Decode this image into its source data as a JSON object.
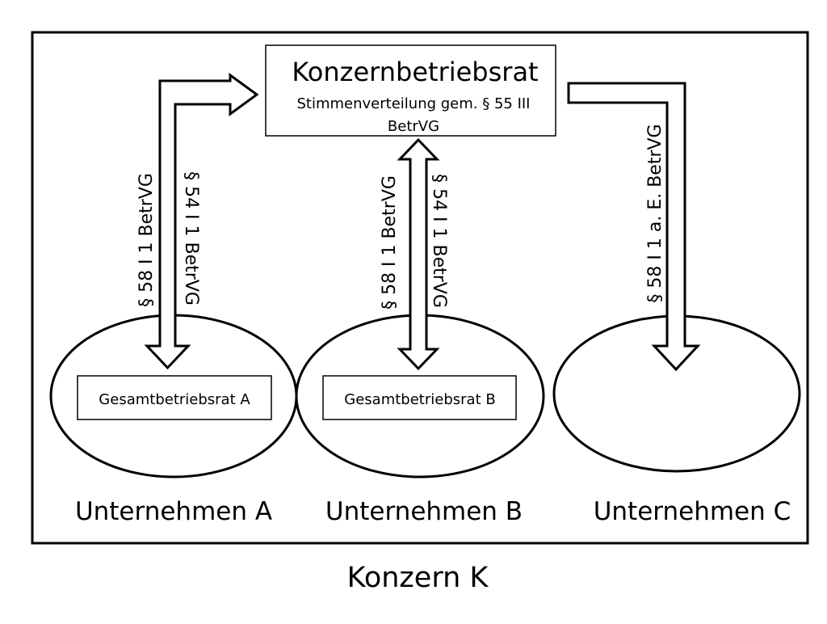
{
  "top": {
    "title": "Konzernbetriebsrat",
    "line1": "Stimmenverteilung gem. § 55 III",
    "line2": "BetrVG"
  },
  "labels": {
    "a_left": "§ 58 I 1 BetrVG",
    "a_right": "§ 54 I 1 BetrVG",
    "b_left": "§ 58 I 1 BetrVG",
    "b_right": "§ 54 I 1 BetrVG",
    "c": "§ 58 I 1 a. E. BetrVG"
  },
  "councils": {
    "a": "Gesamtbetriebsrat A",
    "b": "Gesamtbetriebsrat B"
  },
  "companies": {
    "a": "Unternehmen A",
    "b": "Unternehmen B",
    "c": "Unternehmen C"
  },
  "footer": "Konzern K"
}
